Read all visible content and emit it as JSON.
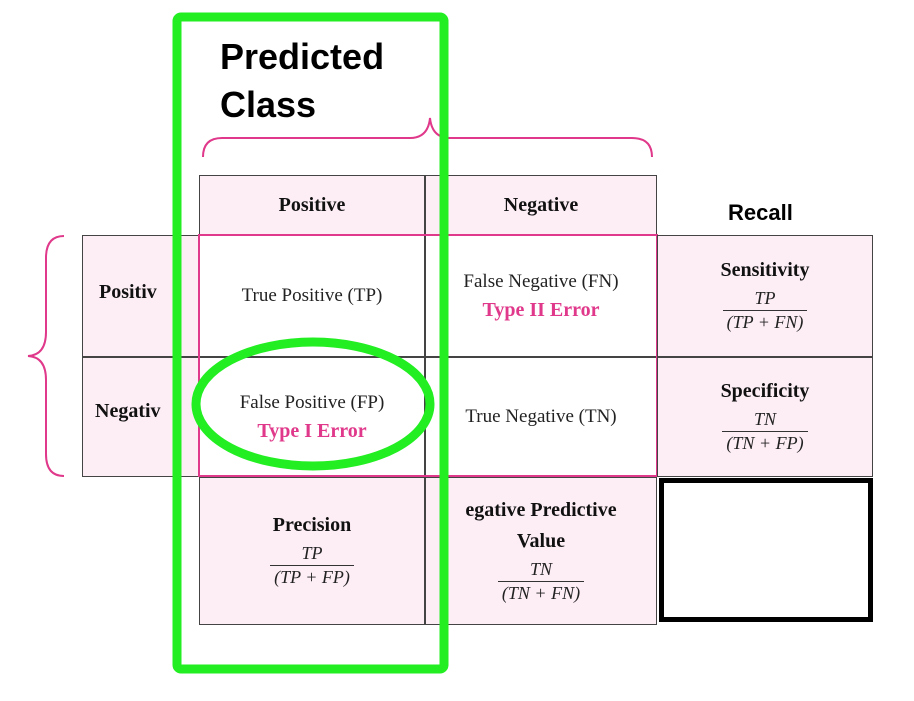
{
  "predicted_class_label": [
    "Predicted",
    "Class"
  ],
  "recall_label": "Recall",
  "column_headers": {
    "positive": "Positive",
    "negative": "Negative"
  },
  "row_headers": {
    "positive": "Positiv",
    "negative": "Negativ"
  },
  "cells": {
    "tp": {
      "text": "True Positive (TP)"
    },
    "fn": {
      "text": "False Negative (FN)",
      "error": "Type II Error"
    },
    "fp": {
      "text": "False Positive (FP)",
      "error": "Type I Error"
    },
    "tn": {
      "text": "True Negative (TN)"
    }
  },
  "metrics": {
    "sensitivity": {
      "name": "Sensitivity",
      "numerator": "TP",
      "denominator": "(TP + FN)"
    },
    "specificity": {
      "name": "Specificity",
      "numerator": "TN",
      "denominator": "(TN + FP)"
    },
    "precision": {
      "name": "Precision",
      "numerator": "TP",
      "denominator": "(TP + FP)"
    },
    "npv": {
      "name": "egative Predictive",
      "name2": "Value",
      "numerator": "TN",
      "denominator": "(TN + FN)"
    }
  },
  "colors": {
    "highlight": "#22ee22",
    "accent": "#e0388a",
    "cell_bg": "#fdeef5",
    "grid": "#333333"
  }
}
